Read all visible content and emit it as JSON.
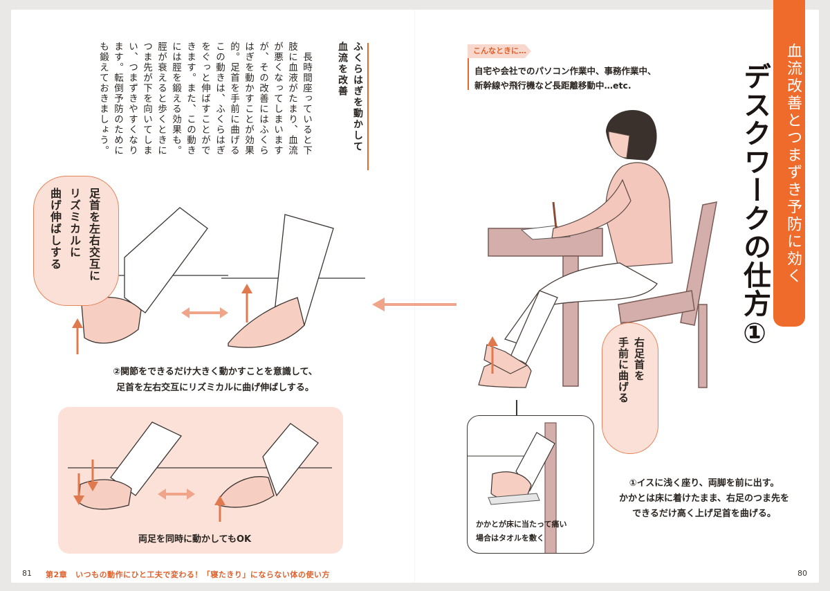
{
  "page_left": {
    "folio": "81",
    "running_chapter": "第2章",
    "running_title": "いつもの動作にひと工夫で変わる！「寝たきり」にならない体の使い方",
    "sub_heading": "ふくらはぎを動かして\n血流を改善",
    "body_text": "　長時間座っていると下\n肢に血液がたまり、血流\nが悪くなってしまいます\nが、その改善にはふくら\nはぎを動かすことが効果\n的。足首を手前に曲げる\nこの動きは、ふくらはぎ\nをぐっと伸ばすことがで\nきます。また、この動き\nには脛を鍛える効果も。\n脛が衰えると歩くときに\nつま先が下を向いてしま\nい、つまずきやすくなり\nます。転倒予防のために\nも鍛えておきましょう。",
    "bubble_text": "足首を左右交互に\nリズミカルに\n曲げ伸ばしする",
    "step2_caption": "②関節をできるだけ大きく動かすことを意識して、\n足首を左右交互にリズミカルに曲げ伸ばしする。",
    "pink_caption": "両足を同時に動かしてもOK"
  },
  "page_right": {
    "folio": "80",
    "band_text": "血流改善とつまずき予防に効く",
    "title": "デスクワークの仕方①",
    "tag_label": "こんなときに…",
    "situations": "自宅や会社でのパソコン作業中、事務作業中、\n新幹線や飛行機など長距離移動中…etc.",
    "bubble_text": "右足首を\n手前に曲げる",
    "step1_caption": "①イスに浅く座り、両脚を前に出す。\nかかとは床に着けたまま、右足のつま先を\nできるだけ高く上げ足首を曲げる。",
    "inset_caption": "かかとが床に当たって痛い\n場合はタオルを敷く"
  },
  "colors": {
    "accent": "#ee6b2c",
    "pink_fill": "#fbe1d8",
    "arrow": "#e07a4e",
    "furniture": "#d4aeaa",
    "skin": "#f6cfc2"
  }
}
